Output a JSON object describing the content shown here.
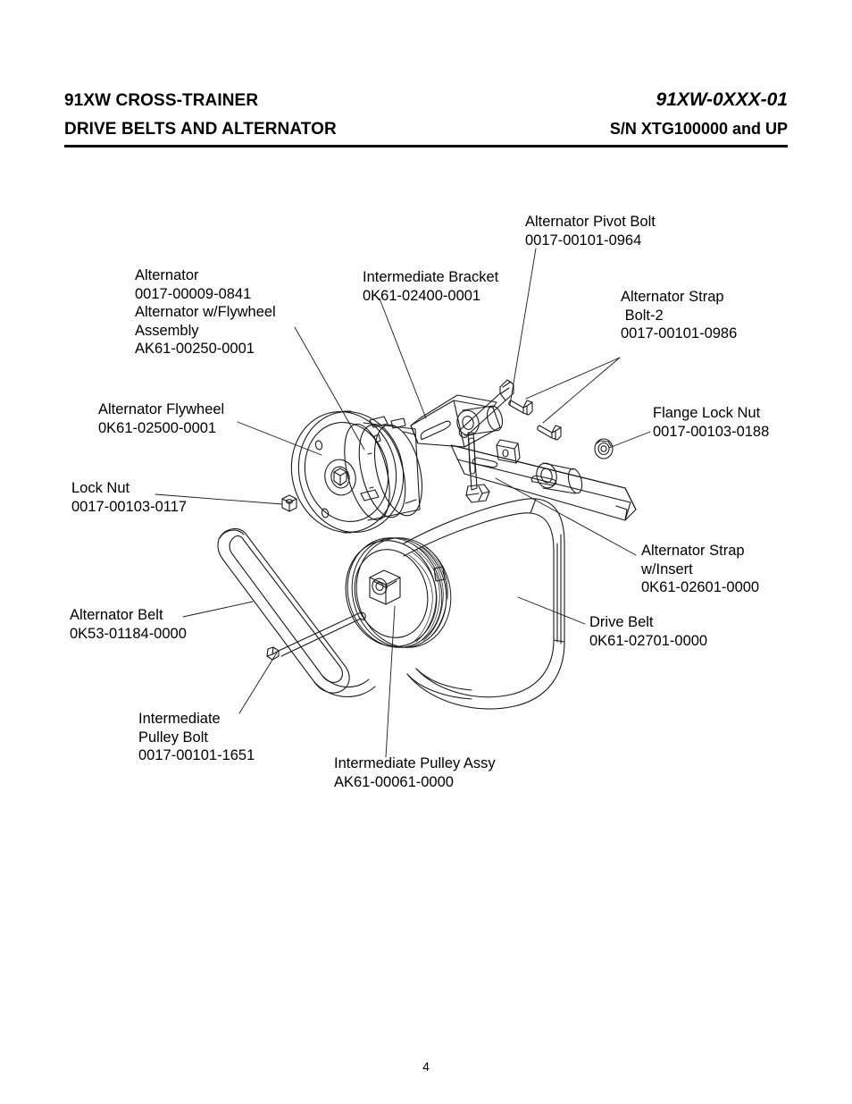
{
  "header": {
    "title_line1": "91XW CROSS-TRAINER",
    "title_line2": "DRIVE BELTS AND ALTERNATOR",
    "model": "91XW-0XXX-01",
    "serial": "S/N XTG100000 and UP"
  },
  "footer": {
    "page_number": "4"
  },
  "figure": {
    "title": "Drive Belts and Alternator exploded assembly diagram",
    "line_color": "#1a1a1a"
  },
  "parts": [
    {
      "id": "alternator",
      "name": "Alternator",
      "lines": [
        "Alternator",
        "0017-00009-0841",
        "Alternator w/Flywheel",
        "Assembly",
        "AK61-00250-0001"
      ],
      "part_numbers": [
        "0017-00009-0841",
        "AK61-00250-0001"
      ]
    },
    {
      "id": "alternator-flywheel",
      "name": "Alternator Flywheel",
      "lines": [
        "Alternator Flywheel",
        "0K61-02500-0001"
      ],
      "part_numbers": [
        "0K61-02500-0001"
      ]
    },
    {
      "id": "lock-nut",
      "name": "Lock Nut",
      "lines": [
        "Lock Nut",
        "0017-00103-0117"
      ],
      "part_numbers": [
        "0017-00103-0117"
      ]
    },
    {
      "id": "alternator-belt",
      "name": "Alternator Belt",
      "lines": [
        "Alternator Belt",
        "0K53-01184-0000"
      ],
      "part_numbers": [
        "0K53-01184-0000"
      ]
    },
    {
      "id": "intermediate-pulley-bolt",
      "name": "Intermediate Pulley Bolt",
      "lines": [
        "Intermediate",
        "Pulley Bolt",
        "0017-00101-1651"
      ],
      "part_numbers": [
        "0017-00101-1651"
      ]
    },
    {
      "id": "intermediate-pulley-assy",
      "name": "Intermediate Pulley Assy",
      "lines": [
        "Intermediate Pulley Assy",
        "AK61-00061-0000"
      ],
      "part_numbers": [
        "AK61-00061-0000"
      ]
    },
    {
      "id": "intermediate-bracket",
      "name": "Intermediate Bracket",
      "lines": [
        "Intermediate Bracket",
        "0K61-02400-0001"
      ],
      "part_numbers": [
        "0K61-02400-0001"
      ]
    },
    {
      "id": "alternator-pivot-bolt",
      "name": "Alternator Pivot Bolt",
      "lines": [
        "Alternator Pivot Bolt",
        "0017-00101-0964"
      ],
      "part_numbers": [
        "0017-00101-0964"
      ]
    },
    {
      "id": "alternator-strap-bolt-2",
      "name": "Alternator Strap Bolt-2",
      "lines": [
        "Alternator Strap",
        " Bolt-2",
        "0017-00101-0986"
      ],
      "part_numbers": [
        "0017-00101-0986"
      ]
    },
    {
      "id": "flange-lock-nut",
      "name": "Flange Lock Nut",
      "lines": [
        "Flange Lock Nut",
        "0017-00103-0188"
      ],
      "part_numbers": [
        "0017-00103-0188"
      ]
    },
    {
      "id": "alternator-strap-w-insert",
      "name": "Alternator Strap w/Insert",
      "lines": [
        "Alternator Strap",
        "w/Insert",
        "0K61-02601-0000"
      ],
      "part_numbers": [
        "0K61-02601-0000"
      ]
    },
    {
      "id": "drive-belt",
      "name": "Drive Belt",
      "lines": [
        "Drive Belt",
        "0K61-02701-0000"
      ],
      "part_numbers": [
        "0K61-02701-0000"
      ]
    }
  ],
  "labels": {
    "alternator": "Alternator\n0017-00009-0841\nAlternator w/Flywheel\nAssembly\nAK61-00250-0001",
    "alternator_flywheel": "Alternator Flywheel\n0K61-02500-0001",
    "lock_nut": "Lock Nut\n0017-00103-0117",
    "alternator_belt": "Alternator Belt\n0K53-01184-0000",
    "intermediate_pulley_bolt": "Intermediate\nPulley Bolt\n0017-00101-1651",
    "intermediate_pulley_assy": "Intermediate Pulley Assy\nAK61-00061-0000",
    "intermediate_bracket": "Intermediate Bracket\n0K61-02400-0001",
    "alternator_pivot_bolt": "Alternator Pivot Bolt\n0017-00101-0964",
    "alternator_strap_bolt2": "Alternator Strap\n Bolt-2\n0017-00101-0986",
    "flange_lock_nut": "Flange Lock Nut\n0017-00103-0188",
    "alternator_strap_insert": "Alternator Strap\nw/Insert\n0K61-02601-0000",
    "drive_belt": "Drive Belt\n0K61-02701-0000"
  }
}
